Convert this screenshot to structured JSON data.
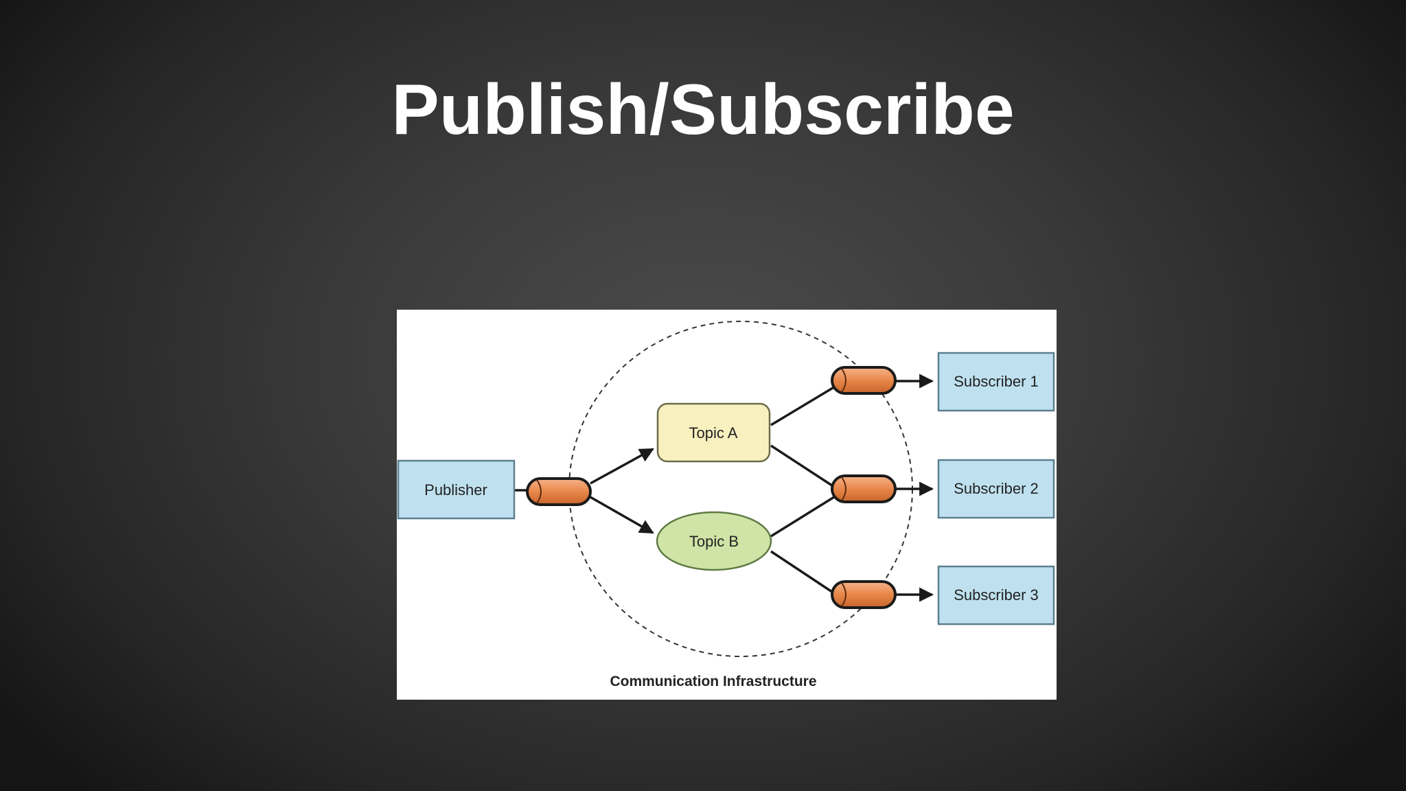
{
  "slide": {
    "title": "Publish/Subscribe"
  },
  "diagram": {
    "publisher": "Publisher",
    "topics": [
      "Topic A",
      "Topic B"
    ],
    "subscribers": [
      "Subscriber 1",
      "Subscriber 2",
      "Subscriber 3"
    ],
    "caption": "Communication Infrastructure",
    "colors": {
      "box_fill": "#bfe1ef",
      "box_stroke": "#5b7f90",
      "topic_a_fill": "#f8f0bf",
      "topic_b_fill": "#cfe4a6",
      "pipe_fill": "#e8874a",
      "arrow": "#1a1a1a"
    }
  }
}
